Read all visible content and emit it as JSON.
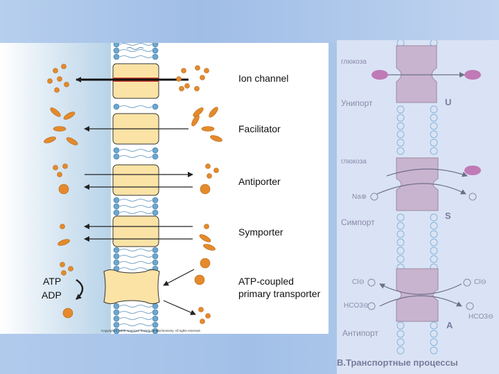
{
  "left": {
    "labels": {
      "ion_channel": "Ion channel",
      "facilitator": "Facilitator",
      "antiporter": "Antiporter",
      "symporter": "Symporter",
      "atp_coupled_1": "ATP-coupled",
      "atp_coupled_2": "primary transporter"
    },
    "atp": "ATP",
    "adp": "ADP",
    "copyright": "Copyright © 2006 American Society for Biochemistry. All rights reserved."
  },
  "right": {
    "uniporter_substrate": "глюкоза",
    "uniporter_label": "Унипорт",
    "uniporter_letter": "U",
    "symporter_substrate": "глюкоза",
    "symporter_ion": "Na⊕",
    "symporter_label": "Симпорт",
    "symporter_letter": "S",
    "antiporter_cl_left": "Cl⊖",
    "antiporter_cl_right": "Cl⊖",
    "antiporter_hco3_left": "HCO3⊖",
    "antiporter_hco3_right": "HCO3⊖",
    "antiporter_label": "Антипорт",
    "antiporter_letter": "A",
    "title": "B.Транспортные процессы"
  },
  "colors": {
    "protein": "#fbe3a6",
    "lipid_head": "#6ba7cf",
    "molecule": "#e48a2c",
    "right_protein": "#c9b4cf"
  }
}
